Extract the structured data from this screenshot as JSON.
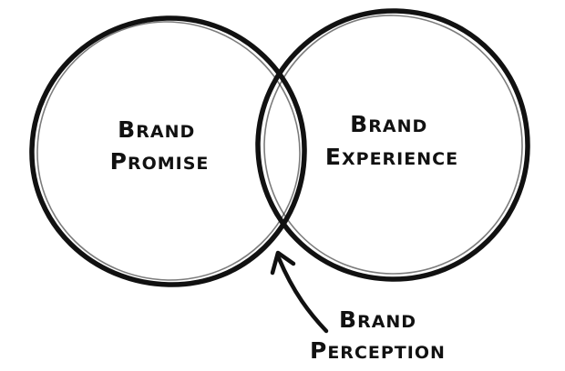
{
  "diagram": {
    "type": "venn",
    "sets": [
      {
        "id": "brand-promise",
        "label_lines": [
          "Brand",
          "Promise"
        ]
      },
      {
        "id": "brand-experience",
        "label_lines": [
          "Brand",
          "Experience"
        ]
      }
    ],
    "intersection": {
      "id": "brand-perception",
      "label_lines": [
        "Brand",
        "Perception"
      ]
    },
    "colors": {
      "stroke": "#111111",
      "background": "#ffffff",
      "text": "#111111"
    }
  }
}
